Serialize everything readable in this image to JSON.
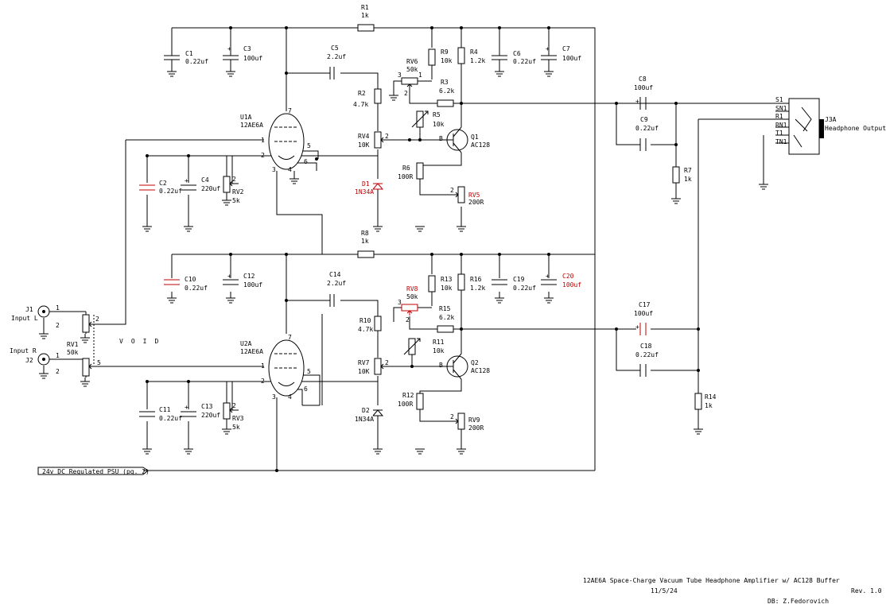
{
  "colors": {
    "line": "#000000",
    "highlight": "#c00000",
    "void": "#da2828"
  },
  "watermark": "VOID",
  "title_block": {
    "title": "12AE6A Space-Charge Vacuum Tube Headphone Amplifier w/ AC128 Buffer",
    "date": "11/5/24",
    "rev": "Rev. 1.0",
    "author": "DB: Z.Fedorovich"
  },
  "psu_label": "24v DC Regulated PSU (pg. 2)",
  "inputs": {
    "j1": "J1",
    "j1_name": "Input L",
    "j2": "Input R",
    "j2_name": "J2"
  },
  "output": {
    "ref": "J3A",
    "name": "Headphone Output",
    "pins": [
      "S1",
      "SN1",
      "R1",
      "RN1",
      "T1",
      "TN1"
    ]
  },
  "tubes": [
    {
      "ref": "U1A",
      "value": "12AE6A"
    },
    {
      "ref": "U2A",
      "value": "12AE6A"
    }
  ],
  "transistors": [
    {
      "ref": "Q1",
      "value": "AC128"
    },
    {
      "ref": "Q2",
      "value": "AC128"
    }
  ],
  "diodes": [
    {
      "ref": "D1",
      "value": "1N34A"
    },
    {
      "ref": "D2",
      "value": "1N34A"
    }
  ],
  "resistors": [
    {
      "ref": "R1",
      "value": "1k"
    },
    {
      "ref": "R2",
      "value": "4.7k"
    },
    {
      "ref": "R3",
      "value": "6.2k"
    },
    {
      "ref": "R4",
      "value": "1.2k"
    },
    {
      "ref": "R5",
      "value": "10k"
    },
    {
      "ref": "R6",
      "value": "100R"
    },
    {
      "ref": "R7",
      "value": "1k"
    },
    {
      "ref": "R8",
      "value": "1k"
    },
    {
      "ref": "R9",
      "value": "10k"
    },
    {
      "ref": "R10",
      "value": "4.7k"
    },
    {
      "ref": "R11",
      "value": "10k"
    },
    {
      "ref": "R12",
      "value": "100R"
    },
    {
      "ref": "R13",
      "value": "10k"
    },
    {
      "ref": "R14",
      "value": "1k"
    },
    {
      "ref": "R15",
      "value": "6.2k"
    },
    {
      "ref": "R16",
      "value": "1.2k"
    }
  ],
  "pots": [
    {
      "ref": "RV1",
      "value": "50k"
    },
    {
      "ref": "RV2",
      "value": "5k"
    },
    {
      "ref": "RV3",
      "value": "5k"
    },
    {
      "ref": "RV4",
      "value": "10K"
    },
    {
      "ref": "RV5",
      "value": "200R"
    },
    {
      "ref": "RV6",
      "value": "50k"
    },
    {
      "ref": "RV7",
      "value": "10K"
    },
    {
      "ref": "RV8",
      "value": "50k"
    },
    {
      "ref": "RV9",
      "value": "200R"
    }
  ],
  "capacitors": [
    {
      "ref": "C1",
      "value": "0.22uf"
    },
    {
      "ref": "C2",
      "value": "0.22uf"
    },
    {
      "ref": "C3",
      "value": "100uf"
    },
    {
      "ref": "C4",
      "value": "220uf"
    },
    {
      "ref": "C5",
      "value": "2.2uf"
    },
    {
      "ref": "C6",
      "value": "0.22uf"
    },
    {
      "ref": "C7",
      "value": "100uf"
    },
    {
      "ref": "C8",
      "value": "100uf"
    },
    {
      "ref": "C9",
      "value": "0.22uf"
    },
    {
      "ref": "C10",
      "value": "0.22uf"
    },
    {
      "ref": "C11",
      "value": "0.22uf"
    },
    {
      "ref": "C12",
      "value": "100uf"
    },
    {
      "ref": "C13",
      "value": "220uf"
    },
    {
      "ref": "C14",
      "value": "2.2uf"
    },
    {
      "ref": "C17",
      "value": "100uf"
    },
    {
      "ref": "C18",
      "value": "0.22uf"
    },
    {
      "ref": "C19",
      "value": "0.22uf"
    },
    {
      "ref": "C20",
      "value": "100uf"
    }
  ]
}
